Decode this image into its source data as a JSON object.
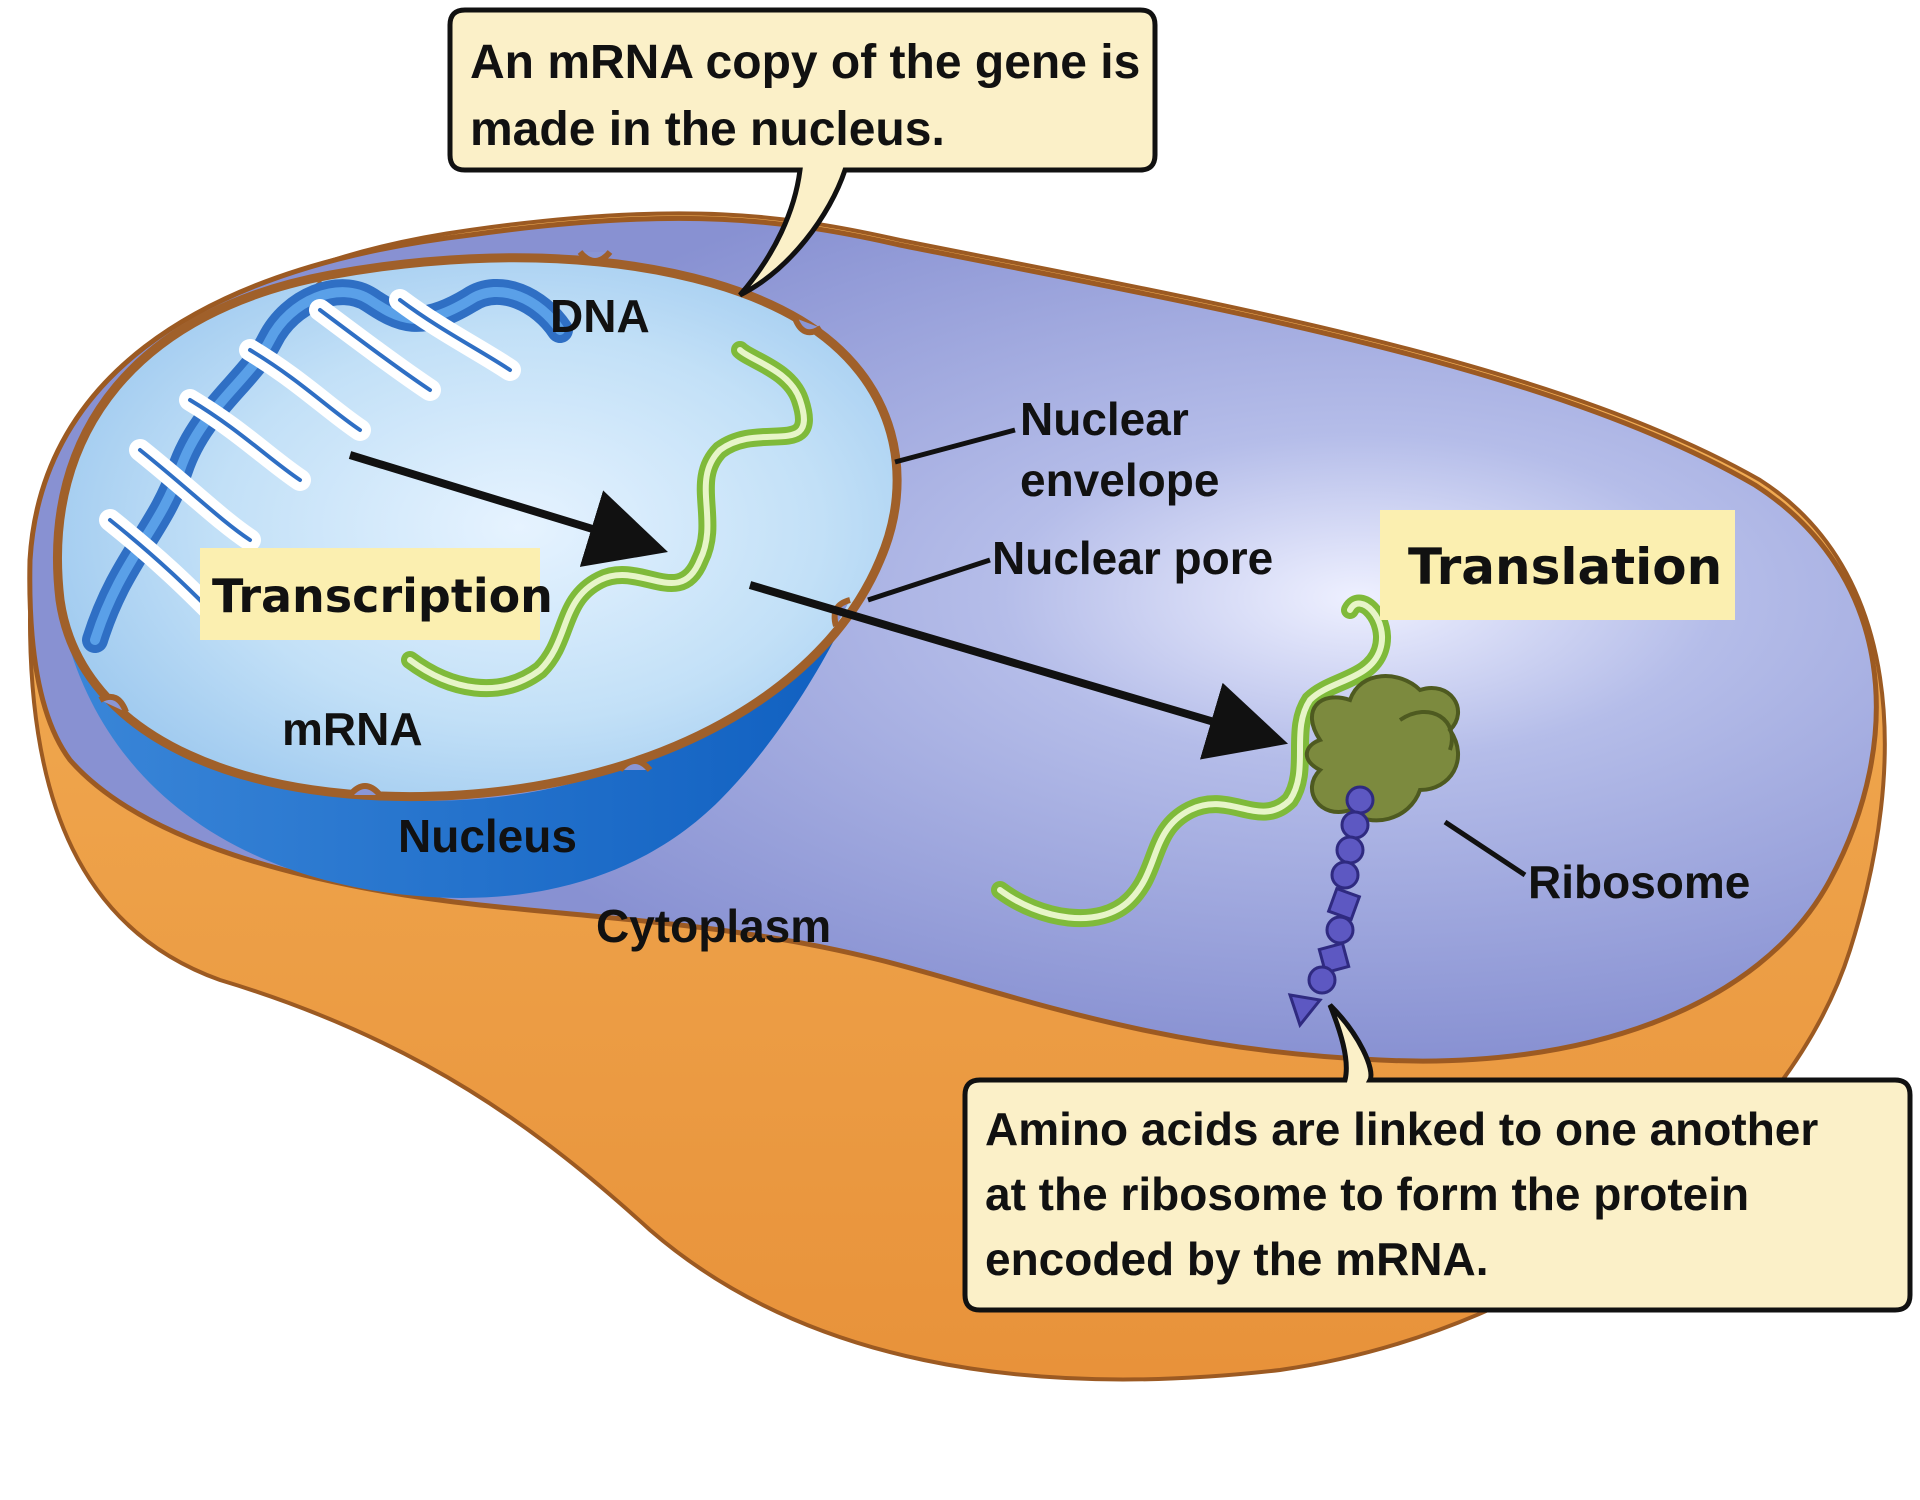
{
  "callouts": {
    "top": {
      "lines": [
        "An mRNA copy of the gene is",
        "made in the nucleus."
      ]
    },
    "bottom": {
      "lines": [
        "Amino acids are linked to one another",
        "at the ribosome to form the protein",
        "encoded by the mRNA."
      ]
    }
  },
  "process_boxes": {
    "transcription": "Transcription",
    "translation": "Translation"
  },
  "labels": {
    "dna": "DNA",
    "mrna": "mRNA",
    "nucleus": "Nucleus",
    "cytoplasm": "Cytoplasm",
    "nuclear_envelope": [
      "Nuclear",
      "envelope"
    ],
    "nuclear_pore": "Nuclear pore",
    "ribosome": "Ribosome"
  },
  "colors": {
    "cell_membrane": "#f2a94a",
    "cytoplasm": "#8a96d6",
    "nucleus": "#bcdcf5",
    "nucleus_rim": "#a0602a",
    "dna": "#2f6fc4",
    "mrna": "#7fba3a",
    "ribosome": "#7c8a3e",
    "amino_acid": "#5d58c2",
    "callout_fill": "#fbf0c8",
    "process_box_fill": "#fbefb0"
  }
}
